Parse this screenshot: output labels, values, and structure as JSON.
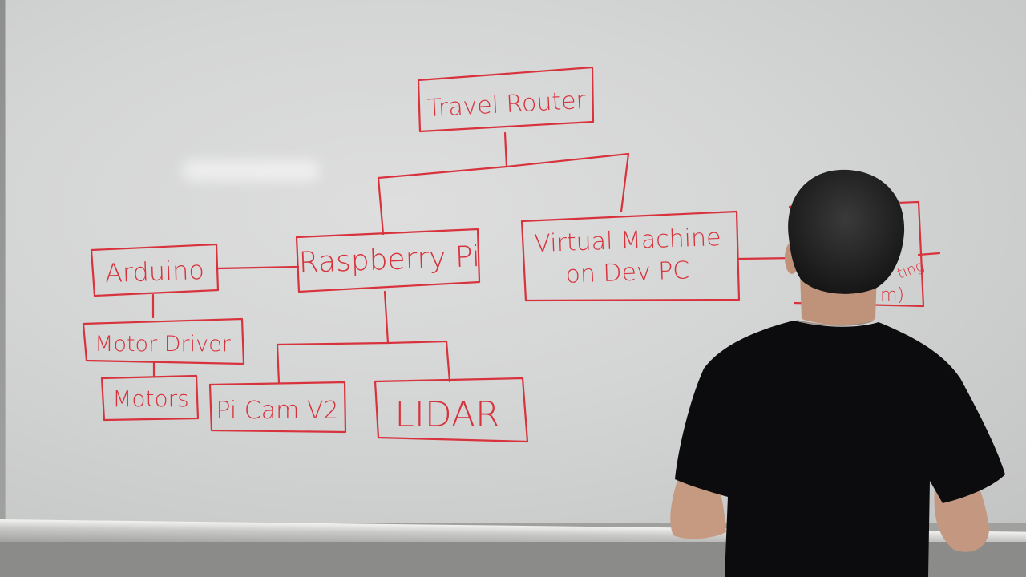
{
  "scene": {
    "ink_color": "#d8323c",
    "board_color": "#d7d8d8",
    "shirt_color": "#0c0c0e"
  },
  "nodes": {
    "travel_router": "Travel Router",
    "raspberry_pi": "Raspberry Pi",
    "virtual_machine_line1": "Virtual Machine",
    "virtual_machine_line2": "on Dev PC",
    "arduino": "Arduino",
    "motor_driver": "Motor Driver",
    "motors": "Motors",
    "pi_cam": "Pi Cam V2",
    "lidar": "LIDAR",
    "occluded_fragment_1": "ting",
    "occluded_fragment_2": "m)"
  }
}
